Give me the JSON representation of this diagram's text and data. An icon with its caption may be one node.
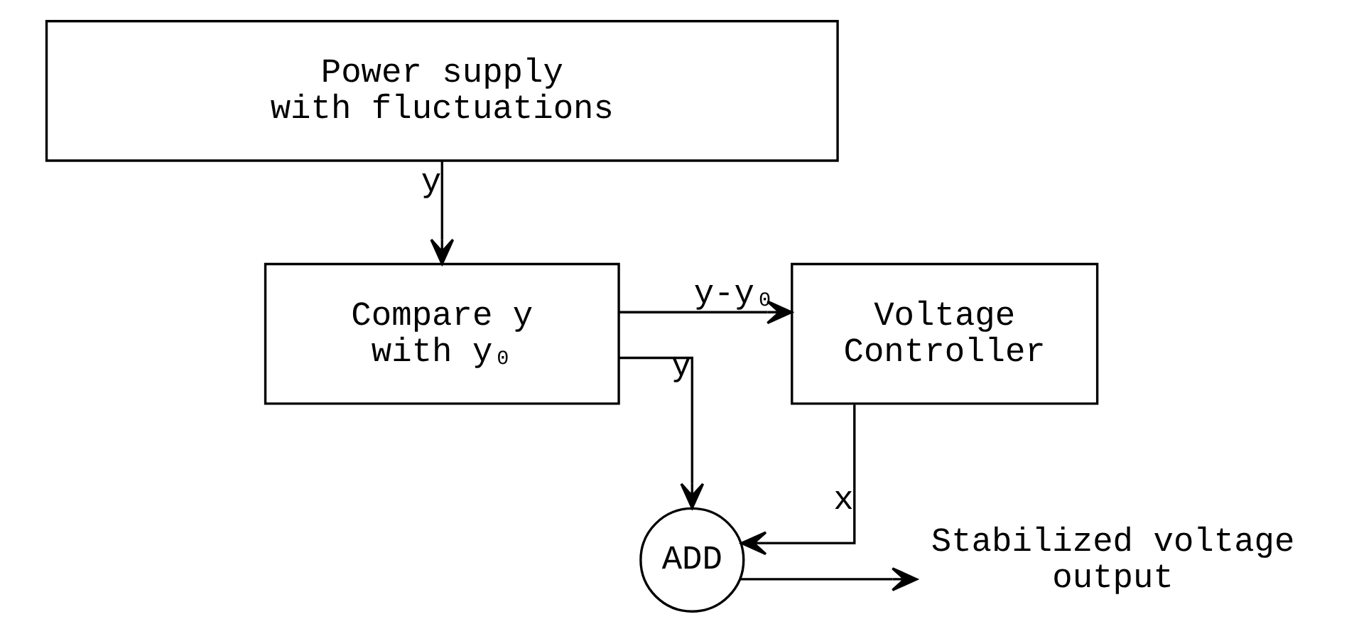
{
  "diagram": {
    "nodes": [
      {
        "text": [
          "Power supply with fluctuations"
        ]
      },
      {
        "text": [
          "Compare y with y₀"
        ]
      },
      {
        "text": [
          "Voltage Controller"
        ]
      },
      {
        "text": [
          "ADD"
        ]
      },
      {
        "text": [
          "Stabilized voltage output"
        ]
      }
    ],
    "edges": [
      {
        "from": 0,
        "to": 1,
        "arrow": "to",
        "label": "y"
      },
      {
        "from": 1,
        "to": 2,
        "arrow": "to",
        "label": "y-y₀"
      },
      {
        "from": 1,
        "to": 3,
        "arrow": "to",
        "label": "y"
      },
      {
        "from": 2,
        "to": 3,
        "arrow": "to",
        "label": "x"
      },
      {
        "from": 3,
        "to": 4,
        "arrow": "to"
      }
    ]
  }
}
